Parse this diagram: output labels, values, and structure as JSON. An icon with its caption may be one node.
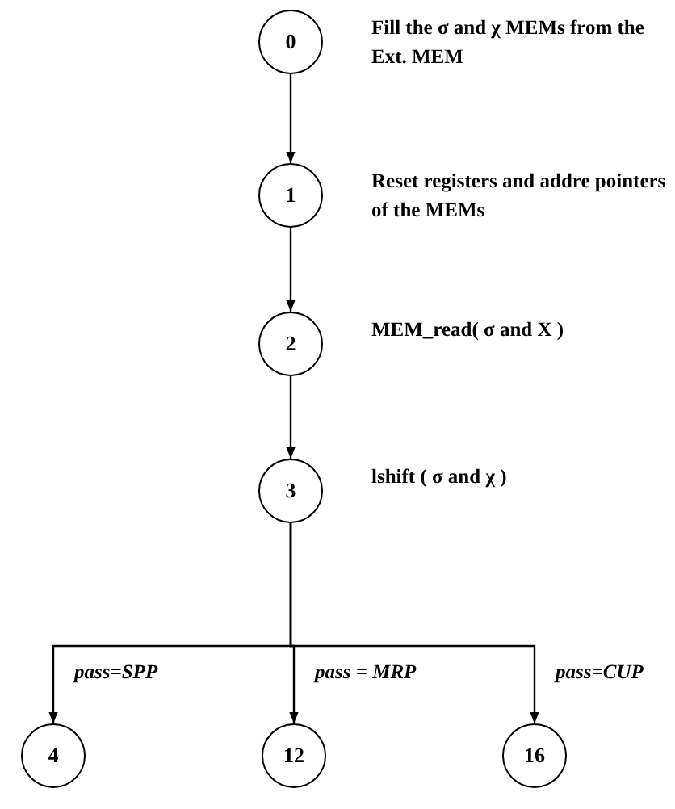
{
  "diagram": {
    "nodes": [
      {
        "text": [
          "0"
        ],
        "beside": [
          "Fill the σ and χ MEMs from the Ext. MEM"
        ]
      },
      {
        "text": [
          "1"
        ],
        "beside": [
          "Reset registers and addre pointers of the MEMs"
        ]
      },
      {
        "text": [
          "2"
        ],
        "beside": [
          "MEM_read( σ and Χ )"
        ]
      },
      {
        "text": [
          "3"
        ],
        "beside": [
          "lshift ( σ and χ )"
        ]
      },
      {
        "text": [
          "4"
        ]
      },
      {
        "text": [
          "12"
        ]
      },
      {
        "text": [
          "16"
        ]
      }
    ],
    "edges": [
      {
        "from": 0,
        "to": 1,
        "arrow": "to"
      },
      {
        "from": 1,
        "to": 2,
        "arrow": "to"
      },
      {
        "from": 2,
        "to": 3,
        "arrow": "to"
      },
      {
        "from": 3,
        "to": 4,
        "arrow": "to",
        "label": "pass=SPP"
      },
      {
        "from": 3,
        "to": 5,
        "arrow": "to",
        "label": "pass = MRP"
      },
      {
        "from": 3,
        "to": 6,
        "arrow": "to",
        "label": "pass=CUP"
      }
    ]
  }
}
